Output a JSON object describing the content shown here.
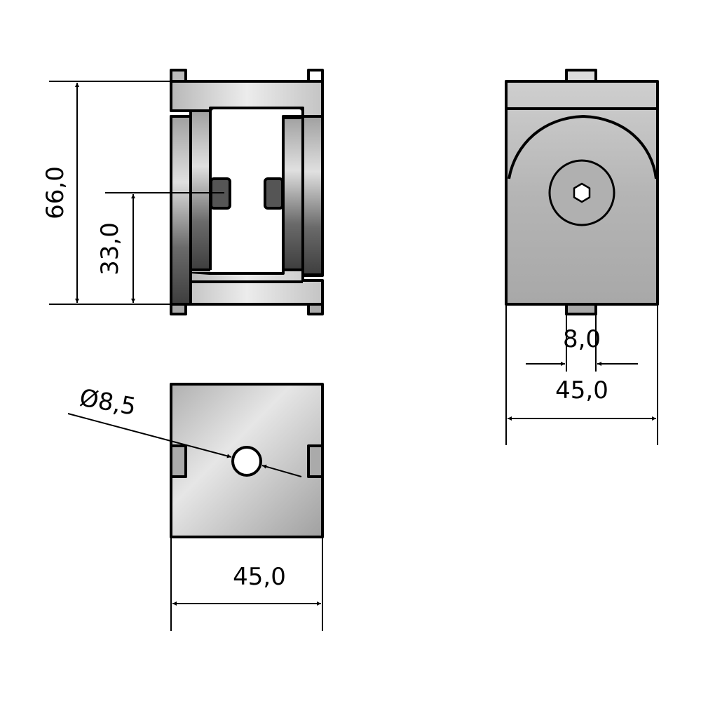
{
  "drawing": {
    "front_view": {
      "height_label": "66,0",
      "half_height_label": "33,0"
    },
    "side_view": {
      "slot_width_label": "8,0",
      "width_label": "45,0"
    },
    "bottom_view": {
      "hole_diameter_label": "Ø8,5",
      "width_label": "45,0"
    }
  },
  "colors": {
    "line": "#000000",
    "metal_light": "#e8e8e8",
    "metal_dark": "#555555"
  }
}
